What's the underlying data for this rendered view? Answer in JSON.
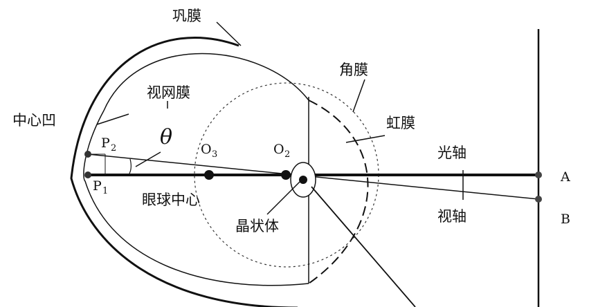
{
  "labels": {
    "sclera": "巩膜",
    "cornea": "角膜",
    "retina": "视网膜",
    "iris": "虹膜",
    "fovea": "中心凹",
    "optic_axis": "光轴",
    "visual_axis": "视轴",
    "eyeball_center": "眼球中心",
    "lens": "晶状体",
    "theta": "θ",
    "A": "A",
    "B": "B",
    "P2_main": "P",
    "P2_sub": "2",
    "P1_main": "P",
    "P1_sub": "1",
    "O3_main": "O",
    "O3_sub": "3",
    "O2_main": "O",
    "O2_sub": "2"
  }
}
